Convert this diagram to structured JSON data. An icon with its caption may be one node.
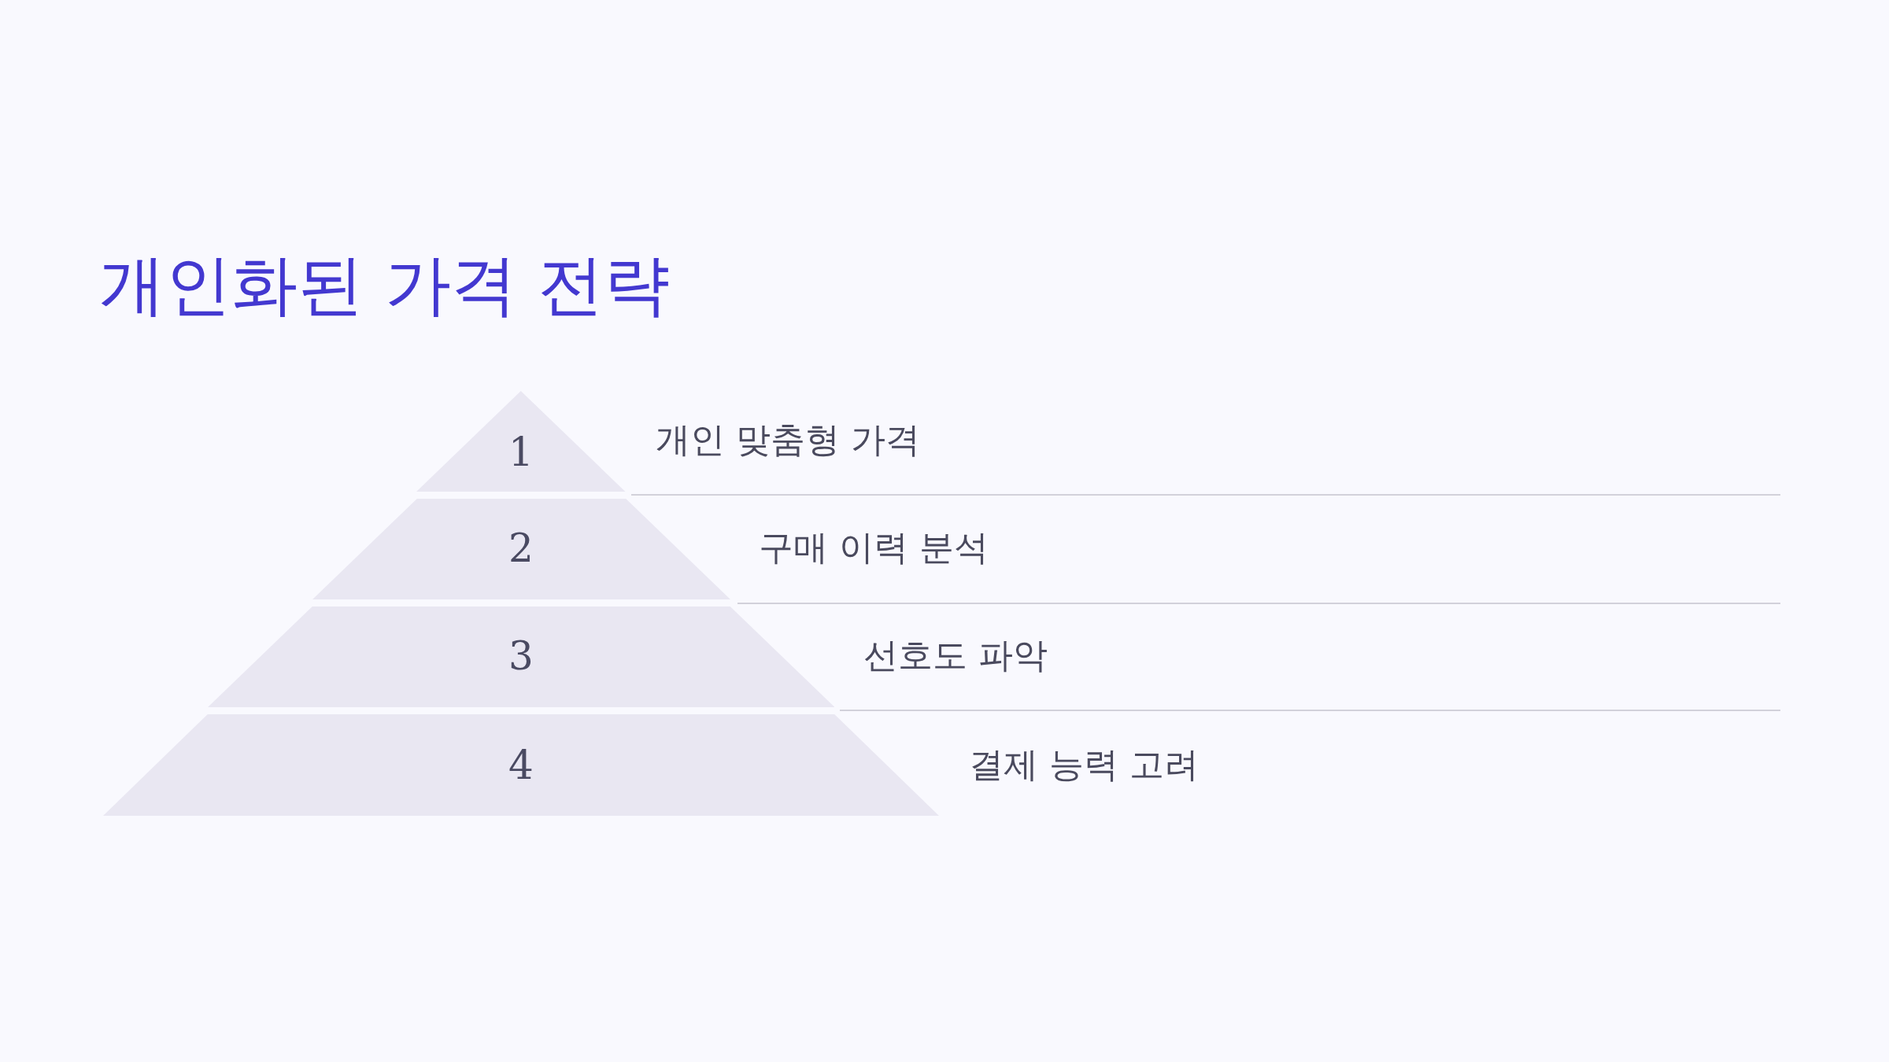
{
  "diagram": {
    "title": "개인화된 가격 전략",
    "nodes": [
      {
        "text": [
          "1"
        ],
        "beside": [
          "개인 맞춤형 가격"
        ]
      },
      {
        "text": [
          "2"
        ],
        "beside": [
          "구매 이력 분석"
        ]
      },
      {
        "text": [
          "3"
        ],
        "beside": [
          "선호도 파악"
        ]
      },
      {
        "text": [
          "4"
        ],
        "beside": [
          "결제 능력 고려"
        ]
      }
    ]
  }
}
